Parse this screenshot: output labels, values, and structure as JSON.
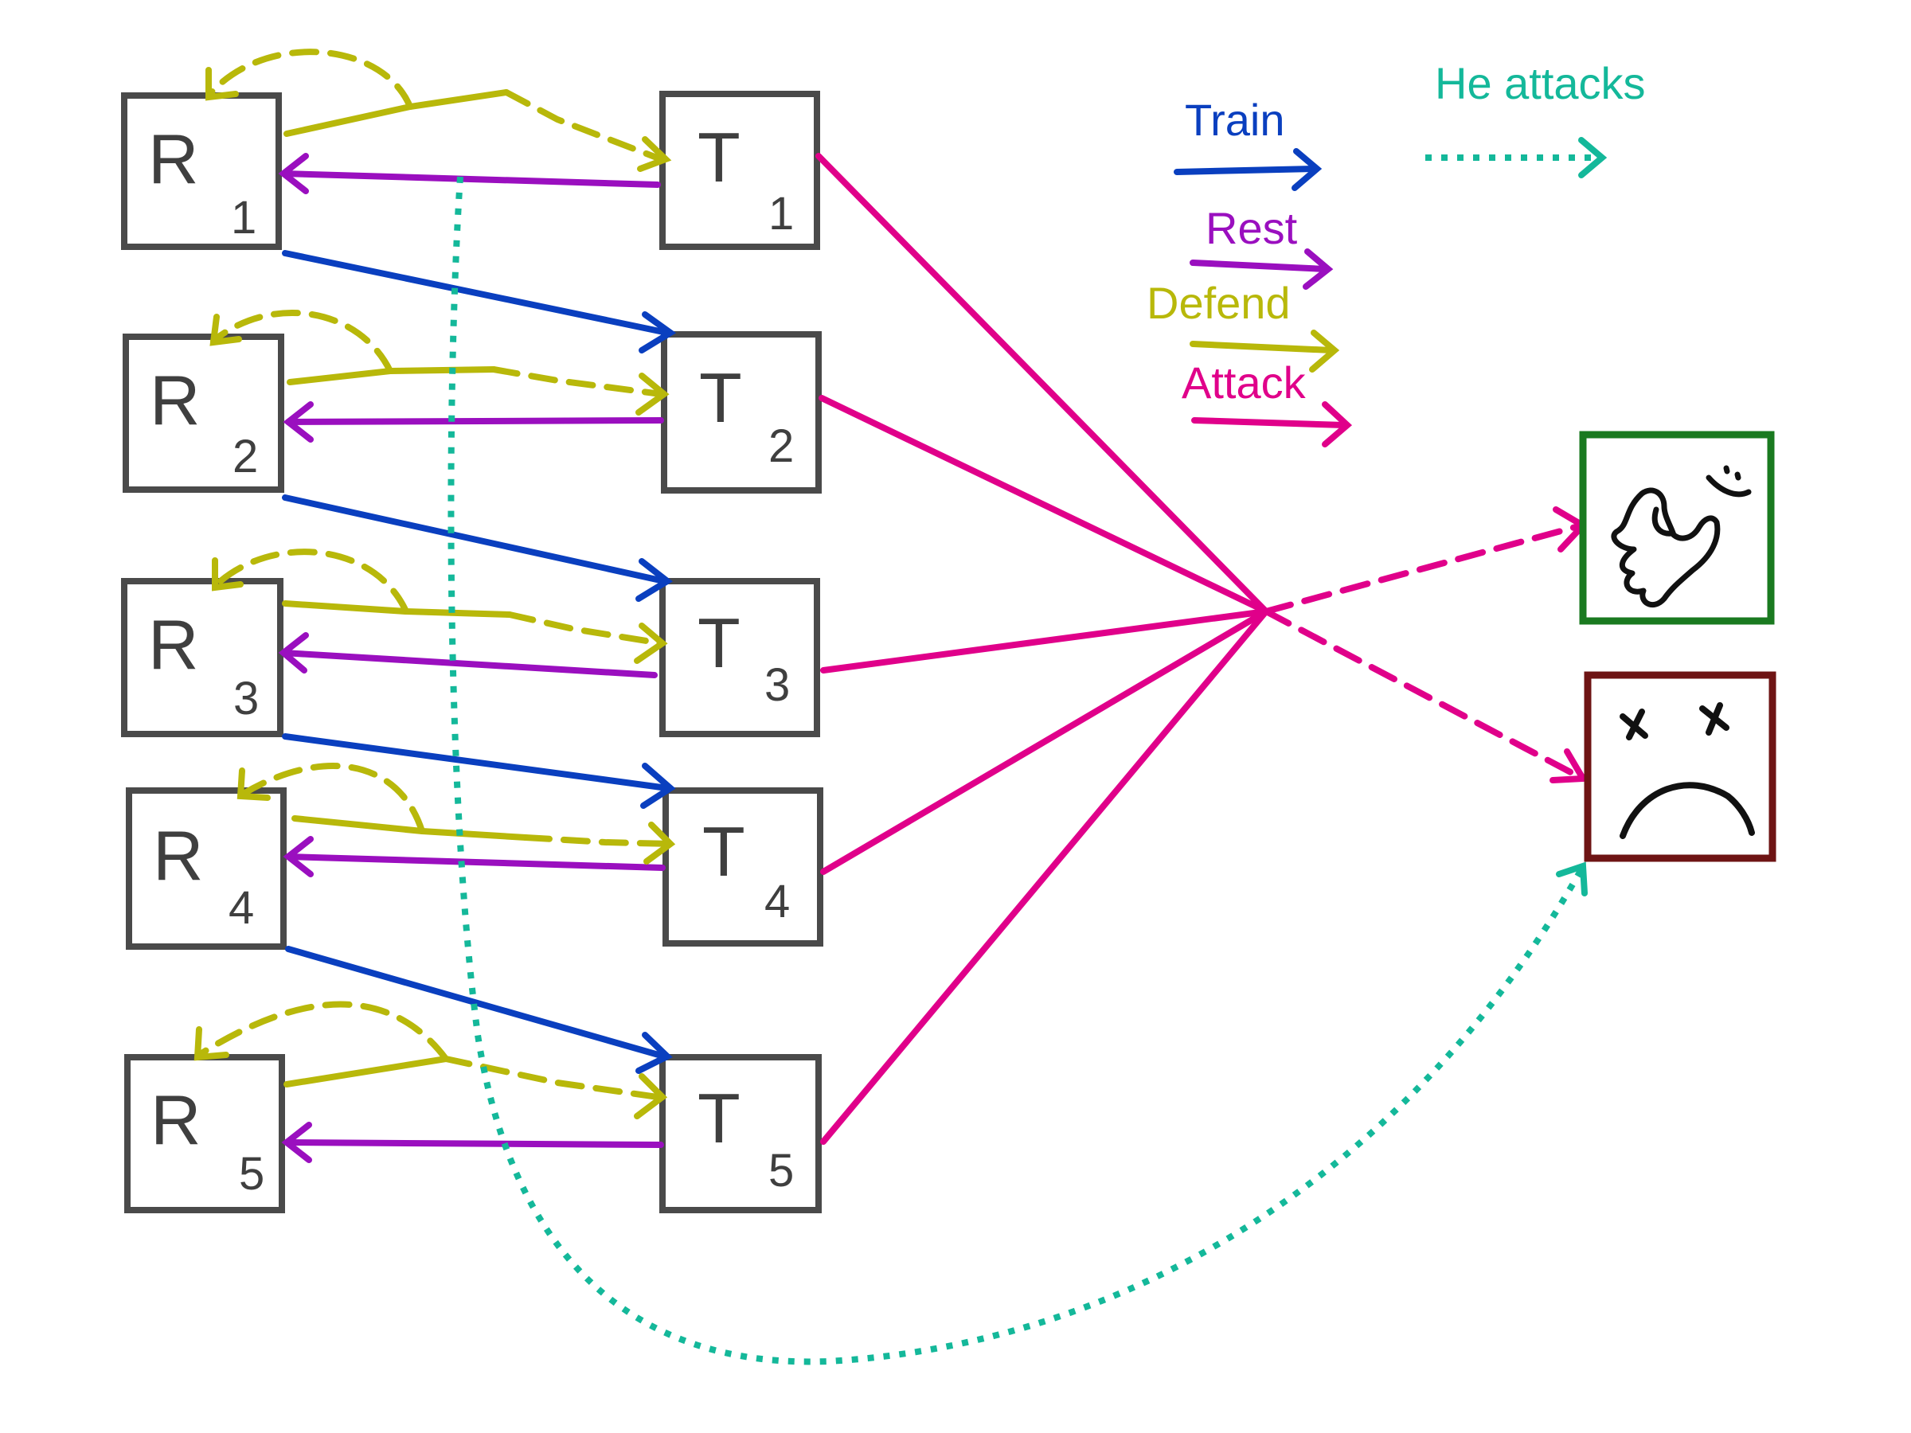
{
  "colors": {
    "box": "#4a4a4a",
    "train": "#0a3fbf",
    "rest": "#9a0fbf",
    "defend": "#b8b80a",
    "attack": "#e0008a",
    "he_attacks": "#14b89a",
    "success_box": "#1a7a20",
    "fail_box": "#6e1414"
  },
  "nodes": {
    "R1": {
      "letter": "R",
      "sub": "1"
    },
    "R2": {
      "letter": "R",
      "sub": "2"
    },
    "R3": {
      "letter": "R",
      "sub": "3"
    },
    "R4": {
      "letter": "R",
      "sub": "4"
    },
    "R5": {
      "letter": "R",
      "sub": "5"
    },
    "T1": {
      "letter": "T",
      "sub": "1"
    },
    "T2": {
      "letter": "T",
      "sub": "2"
    },
    "T3": {
      "letter": "T",
      "sub": "3"
    },
    "T4": {
      "letter": "T",
      "sub": "4"
    },
    "T5": {
      "letter": "T",
      "sub": "5"
    }
  },
  "legend": {
    "train": "Train",
    "rest": "Rest",
    "defend": "Defend",
    "attack": "Attack",
    "he_attacks": "He attacks"
  },
  "outcomes": {
    "success": "happy-face-icon",
    "failure": "dead-face-icon"
  }
}
